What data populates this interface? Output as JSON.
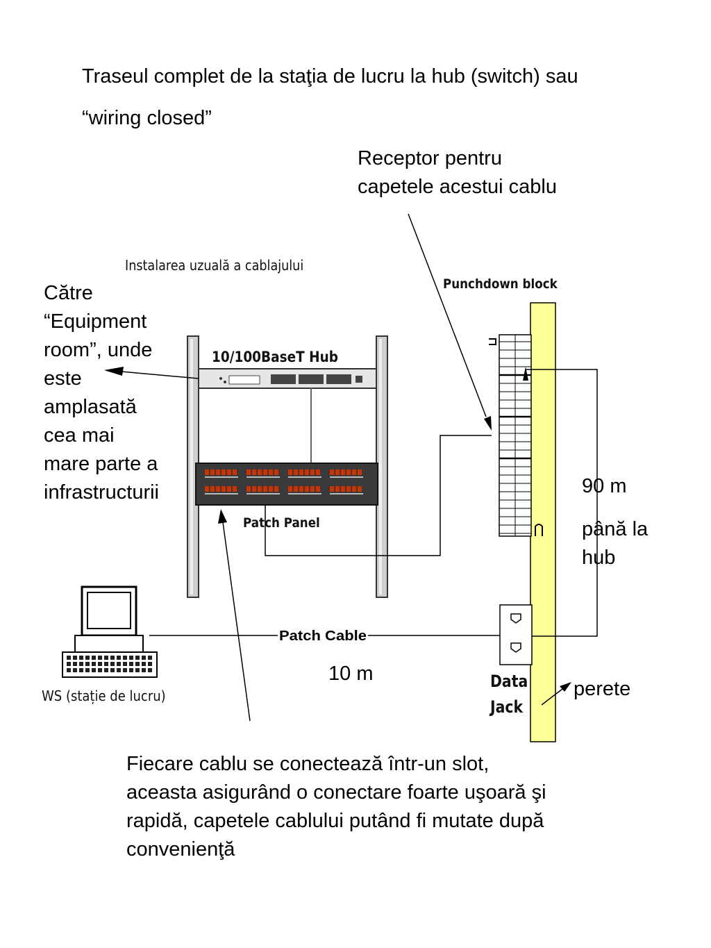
{
  "title_line1": "Traseul complet de la staţia de lucru la hub (switch) sau",
  "title_line2": "“wiring closed”",
  "receptor": {
    "line1": "Receptor pentru",
    "line2": "capetele acestui cablu"
  },
  "diagram_caption": "Instalarea uzuală a cablajului",
  "punchdown_label": "Punchdown block",
  "hub_label": "10/100BaseT Hub",
  "catre": [
    "Către",
    "“Equipment",
    "room”, unde",
    "este",
    "amplasată",
    "cea mai",
    "mare parte a",
    "infrastructurii"
  ],
  "patch_panel_label": "Patch Panel",
  "distance_90_a": "90 m",
  "distance_90_b": "până la",
  "distance_90_c": "hub",
  "patch_cable_label": "Patch Cable",
  "distance_10": "10 m",
  "ws_label": "WS (stație de lucru)",
  "data_jack": {
    "line1": "Data",
    "line2": "Jack"
  },
  "perete": "perete",
  "bottom_text": [
    "Fiecare cablu se conectează într-un slot,",
    "aceasta asigurând o conectare foarte uşoară şi",
    "rapidă, capetele cablului putând fi mutate după",
    "convenienţă"
  ],
  "colors": {
    "wall": "#ffff99",
    "panel": "#333333",
    "port_red": "#cc3300",
    "rack": "#c8c8c8"
  }
}
